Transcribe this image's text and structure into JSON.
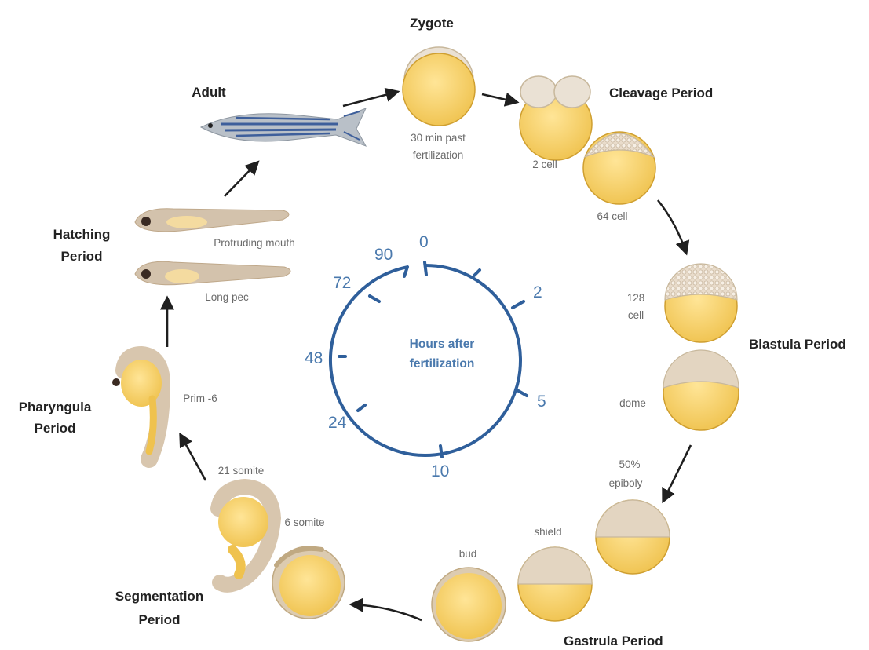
{
  "periods": {
    "zygote": "Zygote",
    "cleavage": "Cleavage Period",
    "blastula": "Blastula Period",
    "gastrula": "Gastrula Period",
    "segmentation_1": "Segmentation",
    "segmentation_2": "Period",
    "pharyngula_1": "Pharyngula",
    "pharyngula_2": "Period",
    "hatching_1": "Hatching",
    "hatching_2": "Period",
    "adult": "Adult"
  },
  "stages": {
    "zygote_1": "30 min past",
    "zygote_2": "fertilization",
    "two_cell": "2 cell",
    "sixtyfour_cell": "64 cell",
    "onetwentyeight_1": "128",
    "onetwentyeight_2": "cell",
    "dome": "dome",
    "epiboly_1": "50%",
    "epiboly_2": "epiboly",
    "shield": "shield",
    "bud": "bud",
    "six_somite": "6 somite",
    "twentyone_somite": "21 somite",
    "prim": "Prim -6",
    "long_pec": "Long pec",
    "protruding_mouth": "Protruding mouth"
  },
  "clock": {
    "center_1": "Hours after",
    "center_2": "fertilization",
    "ticks": [
      "0",
      "2",
      "5",
      "10",
      "24",
      "48",
      "72",
      "90"
    ]
  },
  "colors": {
    "yolk": "#f5cf63",
    "membrane": "#d9c7a6",
    "clock": "#2f5f9b",
    "arrow": "#1f1f1f"
  }
}
